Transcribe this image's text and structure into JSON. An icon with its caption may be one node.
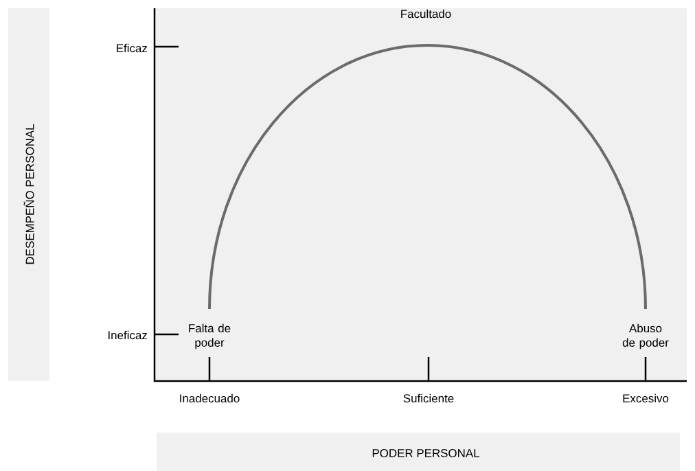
{
  "diagram": {
    "labels": [
      "Facultado",
      "Eficaz",
      "DESEMPEÑO PERSONAL",
      "Ineficaz",
      "Falta de poder",
      "Abuso de poder",
      "Inadecuado",
      "Suficiente",
      "Excesivo",
      "PODER PERSONAL"
    ]
  }
}
